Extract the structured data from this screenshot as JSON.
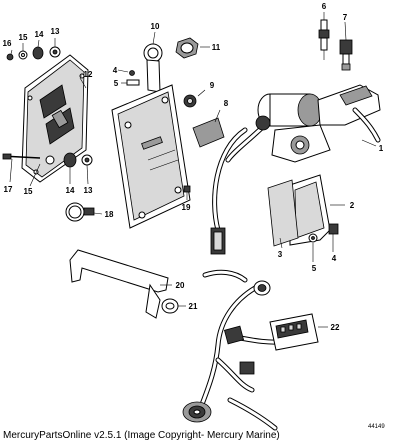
{
  "footer": "MercuryPartsOnline v2.5.1 (Image Copyright- Mercury Marine)",
  "drawing_ref": "44149",
  "callouts": {
    "c1": "1",
    "c2": "2",
    "c3": "3",
    "c4a": "4",
    "c4b": "4",
    "c5a": "5",
    "c5b": "5",
    "c6": "6",
    "c7": "7",
    "c8": "8",
    "c9": "9",
    "c10": "10",
    "c11": "11",
    "c12": "12",
    "c13a": "13",
    "c13b": "13",
    "c14a": "14",
    "c14b": "14",
    "c15a": "15",
    "c15b": "15",
    "c16": "16",
    "c17": "17",
    "c18": "18",
    "c19": "19",
    "c20": "20",
    "c21": "21",
    "c22": "22"
  }
}
